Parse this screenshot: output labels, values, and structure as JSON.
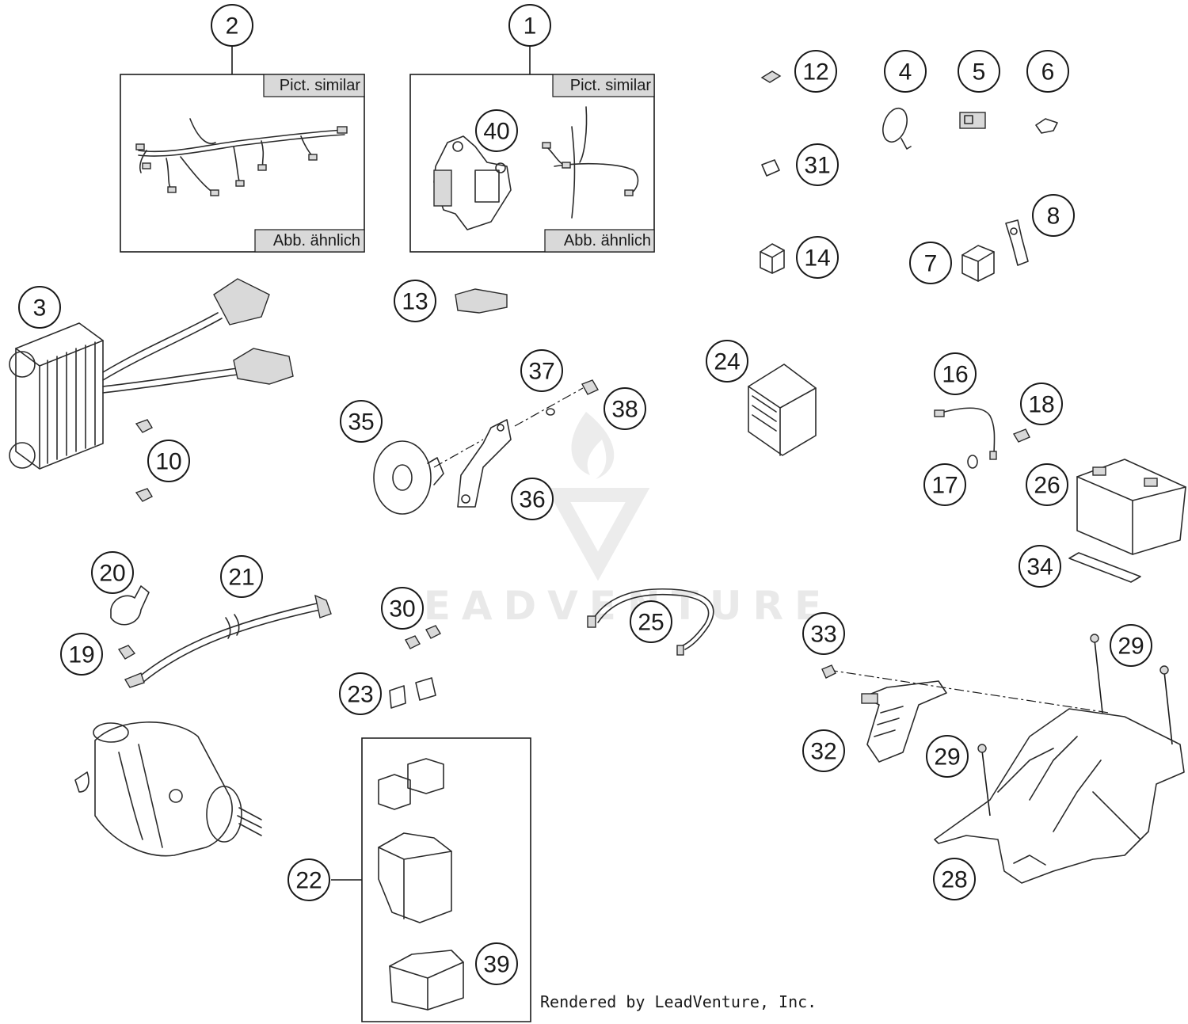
{
  "labels": {
    "box_top_note": "Pict. similar",
    "box_bottom_note": "Abb. ähnlich",
    "credit": "Rendered by LeadVenture, Inc.",
    "watermark": "LEADVENTURE"
  },
  "callouts": [
    "2",
    "1",
    "12",
    "4",
    "5",
    "6",
    "40",
    "31",
    "14",
    "8",
    "7",
    "3",
    "13",
    "24",
    "37",
    "38",
    "16",
    "18",
    "35",
    "10",
    "36",
    "17",
    "26",
    "34",
    "20",
    "21",
    "30",
    "25",
    "19",
    "33",
    "29",
    "23",
    "32",
    "29",
    "28",
    "22",
    "39"
  ],
  "colors": {
    "ink": "#1a1a1a",
    "tag_fill": "#d9d9d9",
    "watermark": "#e9e9e9"
  }
}
